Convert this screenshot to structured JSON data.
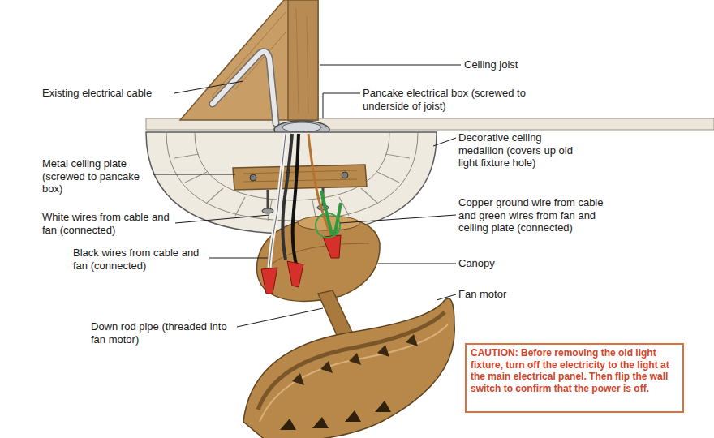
{
  "diagram": {
    "nodes": [
      {
        "text": [
          "CAUTION: Before removing the old light fixture, turn off the electricity to the light at the main electrical panel. Then flip the wall switch to confirm that the power is off."
        ]
      }
    ],
    "labels": [
      "Ceiling joist",
      "Existing electrical cable",
      "Pancake electrical box (screwed to underside of joist)",
      "Decorative ceiling medallion (covers up old light fixture hole)",
      "Metal ceiling plate (screwed to pancake box)",
      "White wires from cable and fan (connected)",
      "Copper ground wire from cable and green wires from fan and ceiling plate (connected)",
      "Black wires from cable and fan (connected)",
      "Canopy",
      "Fan motor",
      "Down rod pipe (threaded into fan motor)"
    ]
  }
}
